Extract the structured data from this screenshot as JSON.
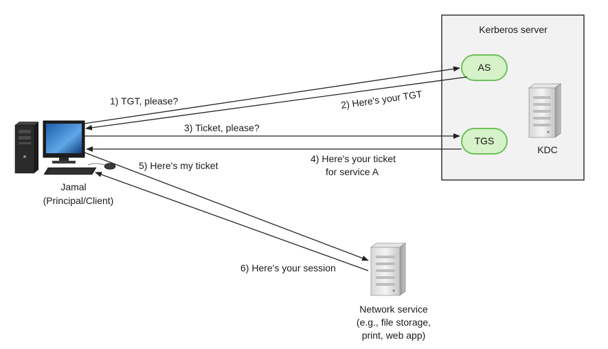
{
  "kerberos_server": {
    "title": "Kerberos server",
    "kdc_label": "KDC"
  },
  "nodes": {
    "as": "AS",
    "tgs": "TGS"
  },
  "client": {
    "name": "Jamal",
    "role": "(Principal/Client)"
  },
  "network_service": {
    "line1": "Network service",
    "line2": "(e.g., file storage,",
    "line3": "print, web app)"
  },
  "steps": {
    "s1": "1) TGT, please?",
    "s2": "2) Here's your TGT",
    "s3": "3) Ticket, please?",
    "s4_line1": "4) Here's your ticket",
    "s4_line2": "for service A",
    "s5": "5) Here's my ticket",
    "s6": "6) Here's your session"
  },
  "colors": {
    "server_box_fill": "#f2f2f2",
    "node_fill": "#d6f2c8",
    "node_stroke": "#6dbf59",
    "arrow": "#222222"
  }
}
